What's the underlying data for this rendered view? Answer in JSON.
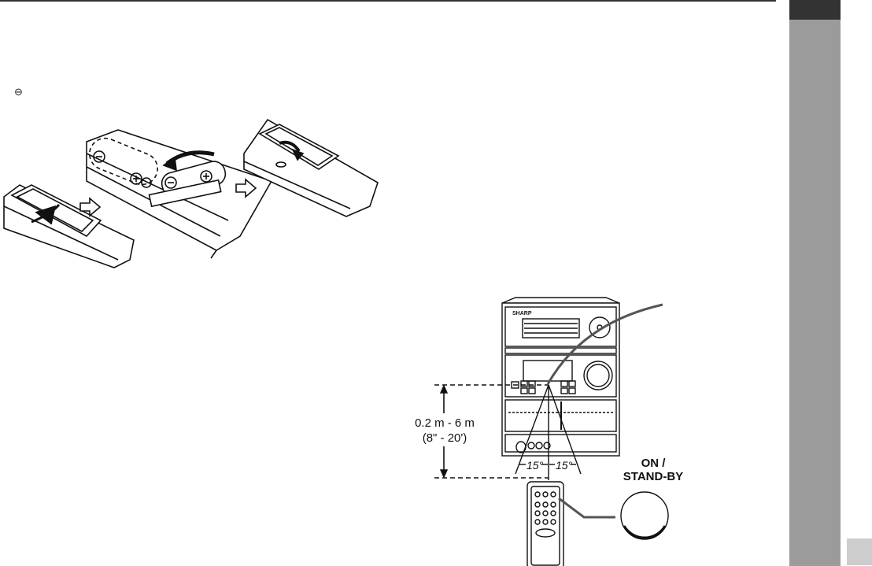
{
  "note_symbol": "⊖",
  "battery_illustration": {
    "minus_label": "⊖",
    "plus_label": "⊕"
  },
  "range_diagram": {
    "brand_logo": "SHARP",
    "distance_metric": "0.2 m - 6 m",
    "distance_imperial": "(8\" - 20')",
    "angle_left": "15°",
    "angle_right": "15°",
    "button_label_line1": "ON /",
    "button_label_line2": "STAND-BY"
  },
  "colors": {
    "rule": "#333333",
    "side_tab_dark": "#333333",
    "side_tab": "#9b9b9b",
    "page_box": "#cdcdcd"
  }
}
